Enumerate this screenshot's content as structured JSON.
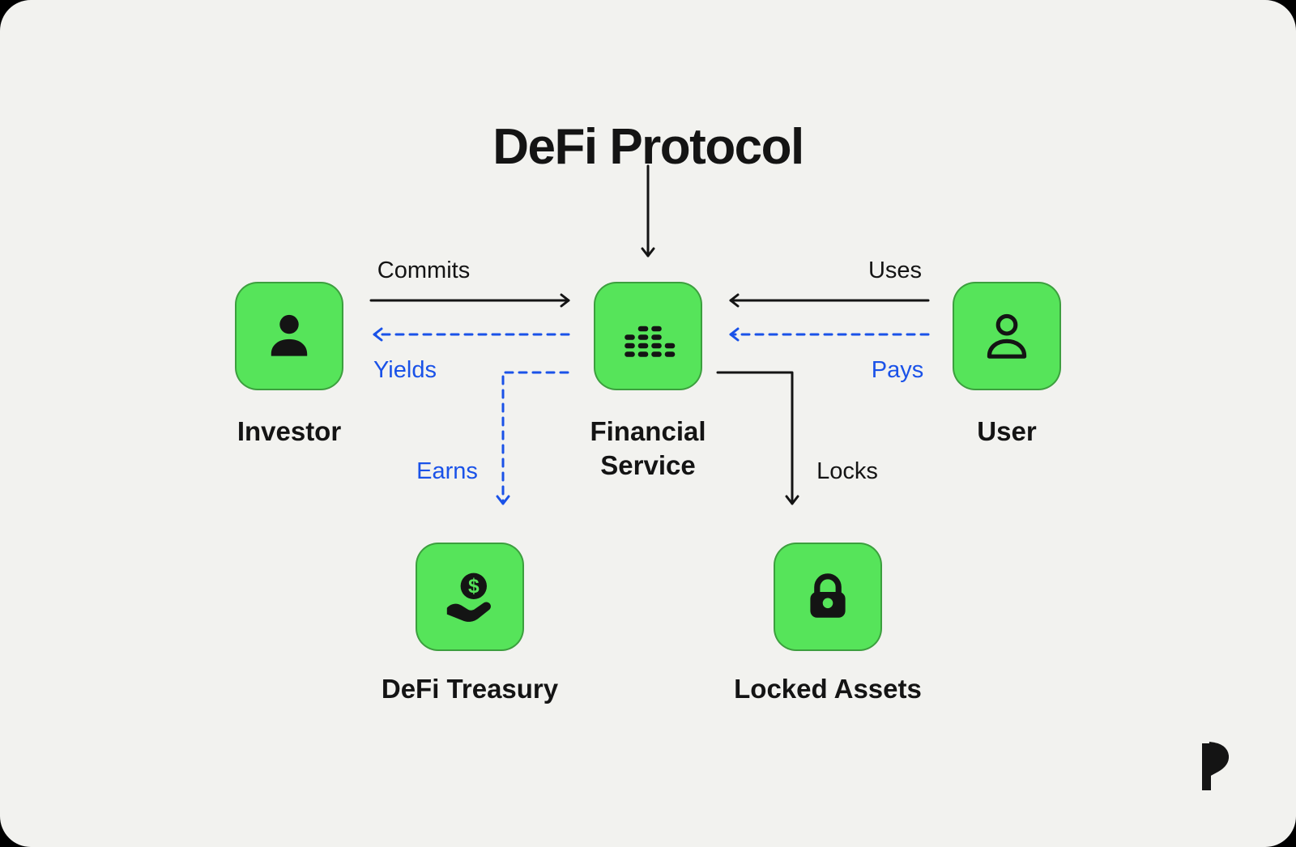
{
  "title": "DeFi Protocol",
  "nodes": {
    "investor": {
      "label": "Investor",
      "icon": "person-filled-icon"
    },
    "financial_service": {
      "label": "Financial Service",
      "icon": "equalizer-bars-icon"
    },
    "user": {
      "label": "User",
      "icon": "person-outline-icon"
    },
    "defi_treasury": {
      "label": "DeFi Treasury",
      "icon": "hand-coin-dollar-icon"
    },
    "locked_assets": {
      "label": "Locked Assets",
      "icon": "padlock-icon"
    }
  },
  "edges": {
    "protocol_to_service": {
      "label": "",
      "from": "title",
      "to": "financial_service",
      "style": "solid-black"
    },
    "commits": {
      "label": "Commits",
      "from": "investor",
      "to": "financial_service",
      "style": "solid-black"
    },
    "yields": {
      "label": "Yields",
      "from": "financial_service",
      "to": "investor",
      "style": "dashed-blue"
    },
    "uses": {
      "label": "Uses",
      "from": "user",
      "to": "financial_service",
      "style": "solid-black"
    },
    "pays": {
      "label": "Pays",
      "from": "user",
      "to": "financial_service",
      "style": "dashed-blue"
    },
    "earns": {
      "label": "Earns",
      "from": "financial_service",
      "to": "defi_treasury",
      "style": "dashed-blue"
    },
    "locks": {
      "label": "Locks",
      "from": "financial_service",
      "to": "locked_assets",
      "style": "solid-black"
    }
  },
  "colors": {
    "green": "#56E45A",
    "blue": "#1A52E8",
    "ink": "#141414",
    "panel": "#F2F2EF",
    "outer": "#000000"
  }
}
